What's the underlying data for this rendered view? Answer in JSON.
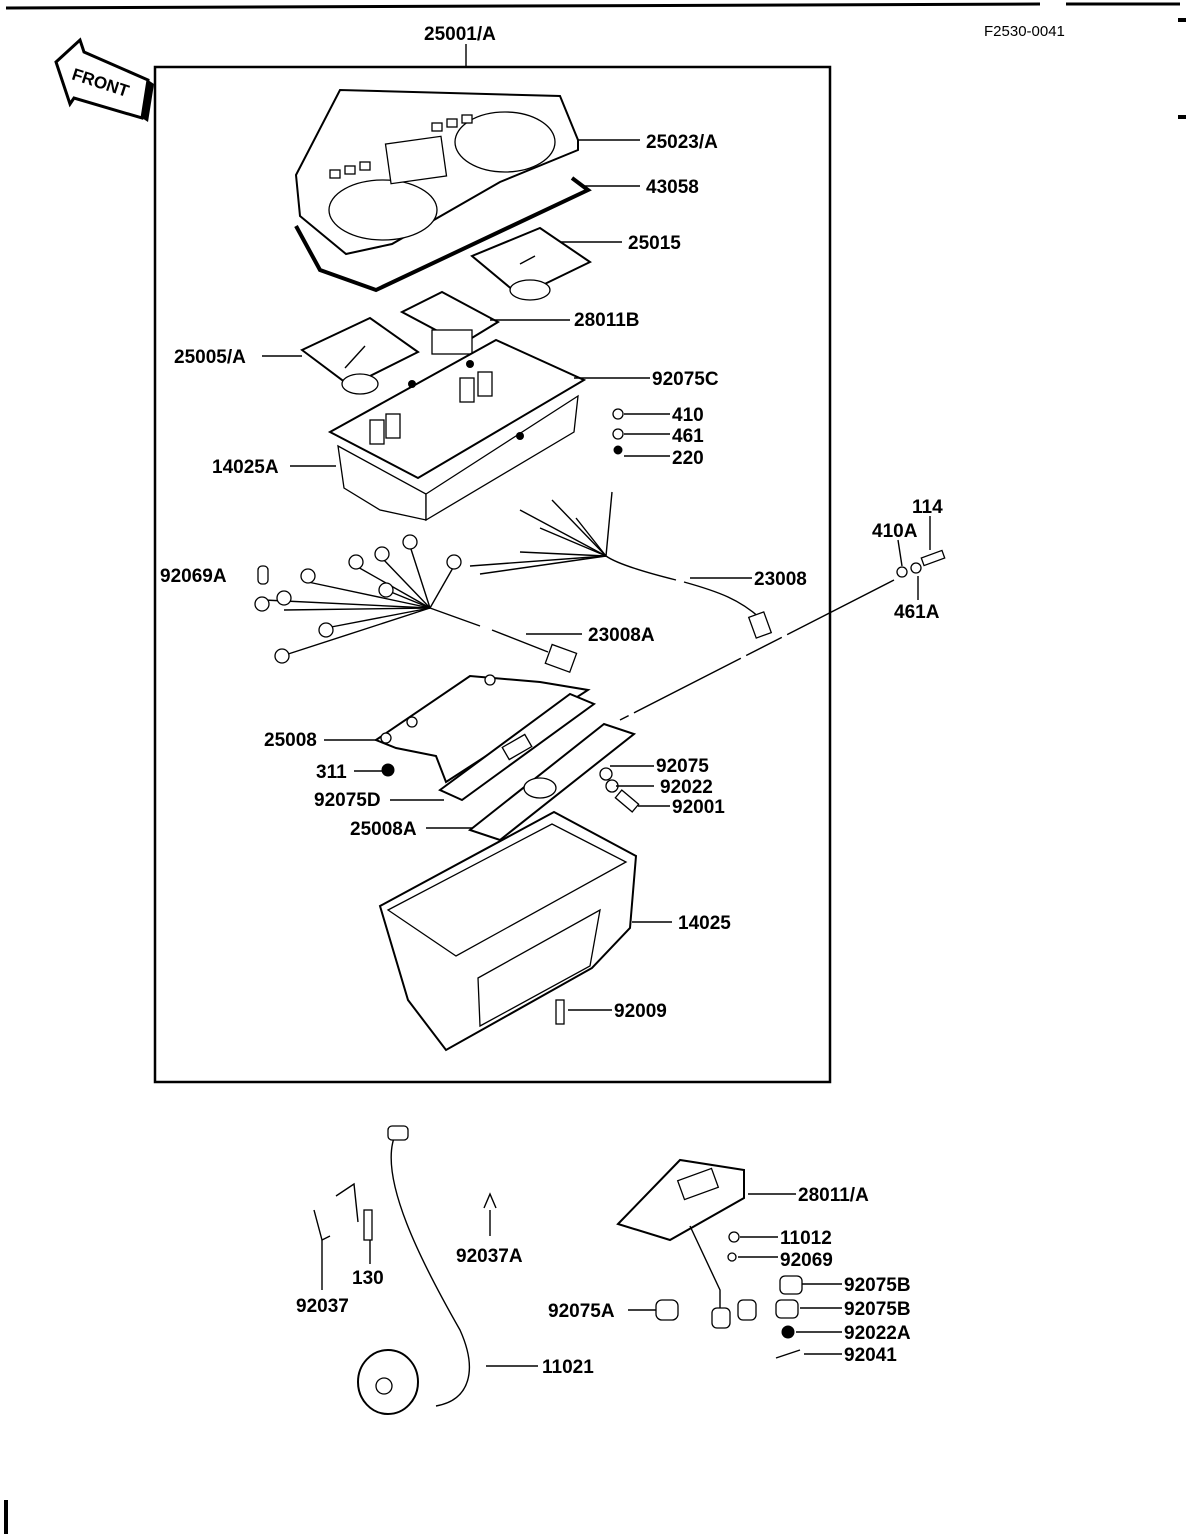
{
  "diagram_ref": "F2530-0041",
  "front_label": "FRONT",
  "parts": {
    "p25001A": "25001/A",
    "p25023A": "25023/A",
    "p43058": "43058",
    "p25015": "25015",
    "p28011B": "28011B",
    "p25005A": "25005/A",
    "p92075C": "92075C",
    "p410": "410",
    "p461": "461",
    "p220": "220",
    "p14025A": "14025A",
    "p114": "114",
    "p410A": "410A",
    "p461A": "461A",
    "p92069A": "92069A",
    "p23008": "23008",
    "p23008A": "23008A",
    "p25008": "25008",
    "p311": "311",
    "p92075D": "92075D",
    "p92075": "92075",
    "p92022": "92022",
    "p92001": "92001",
    "p25008A": "25008A",
    "p14025": "14025",
    "p92009": "92009",
    "p130": "130",
    "p92037": "92037",
    "p92037A": "92037A",
    "p11021": "11021",
    "p28011A": "28011/A",
    "p11012": "11012",
    "p92069": "92069",
    "p92075B1": "92075B",
    "p92075B2": "92075B",
    "p92075A": "92075A",
    "p92022A": "92022A",
    "p92041": "92041"
  }
}
